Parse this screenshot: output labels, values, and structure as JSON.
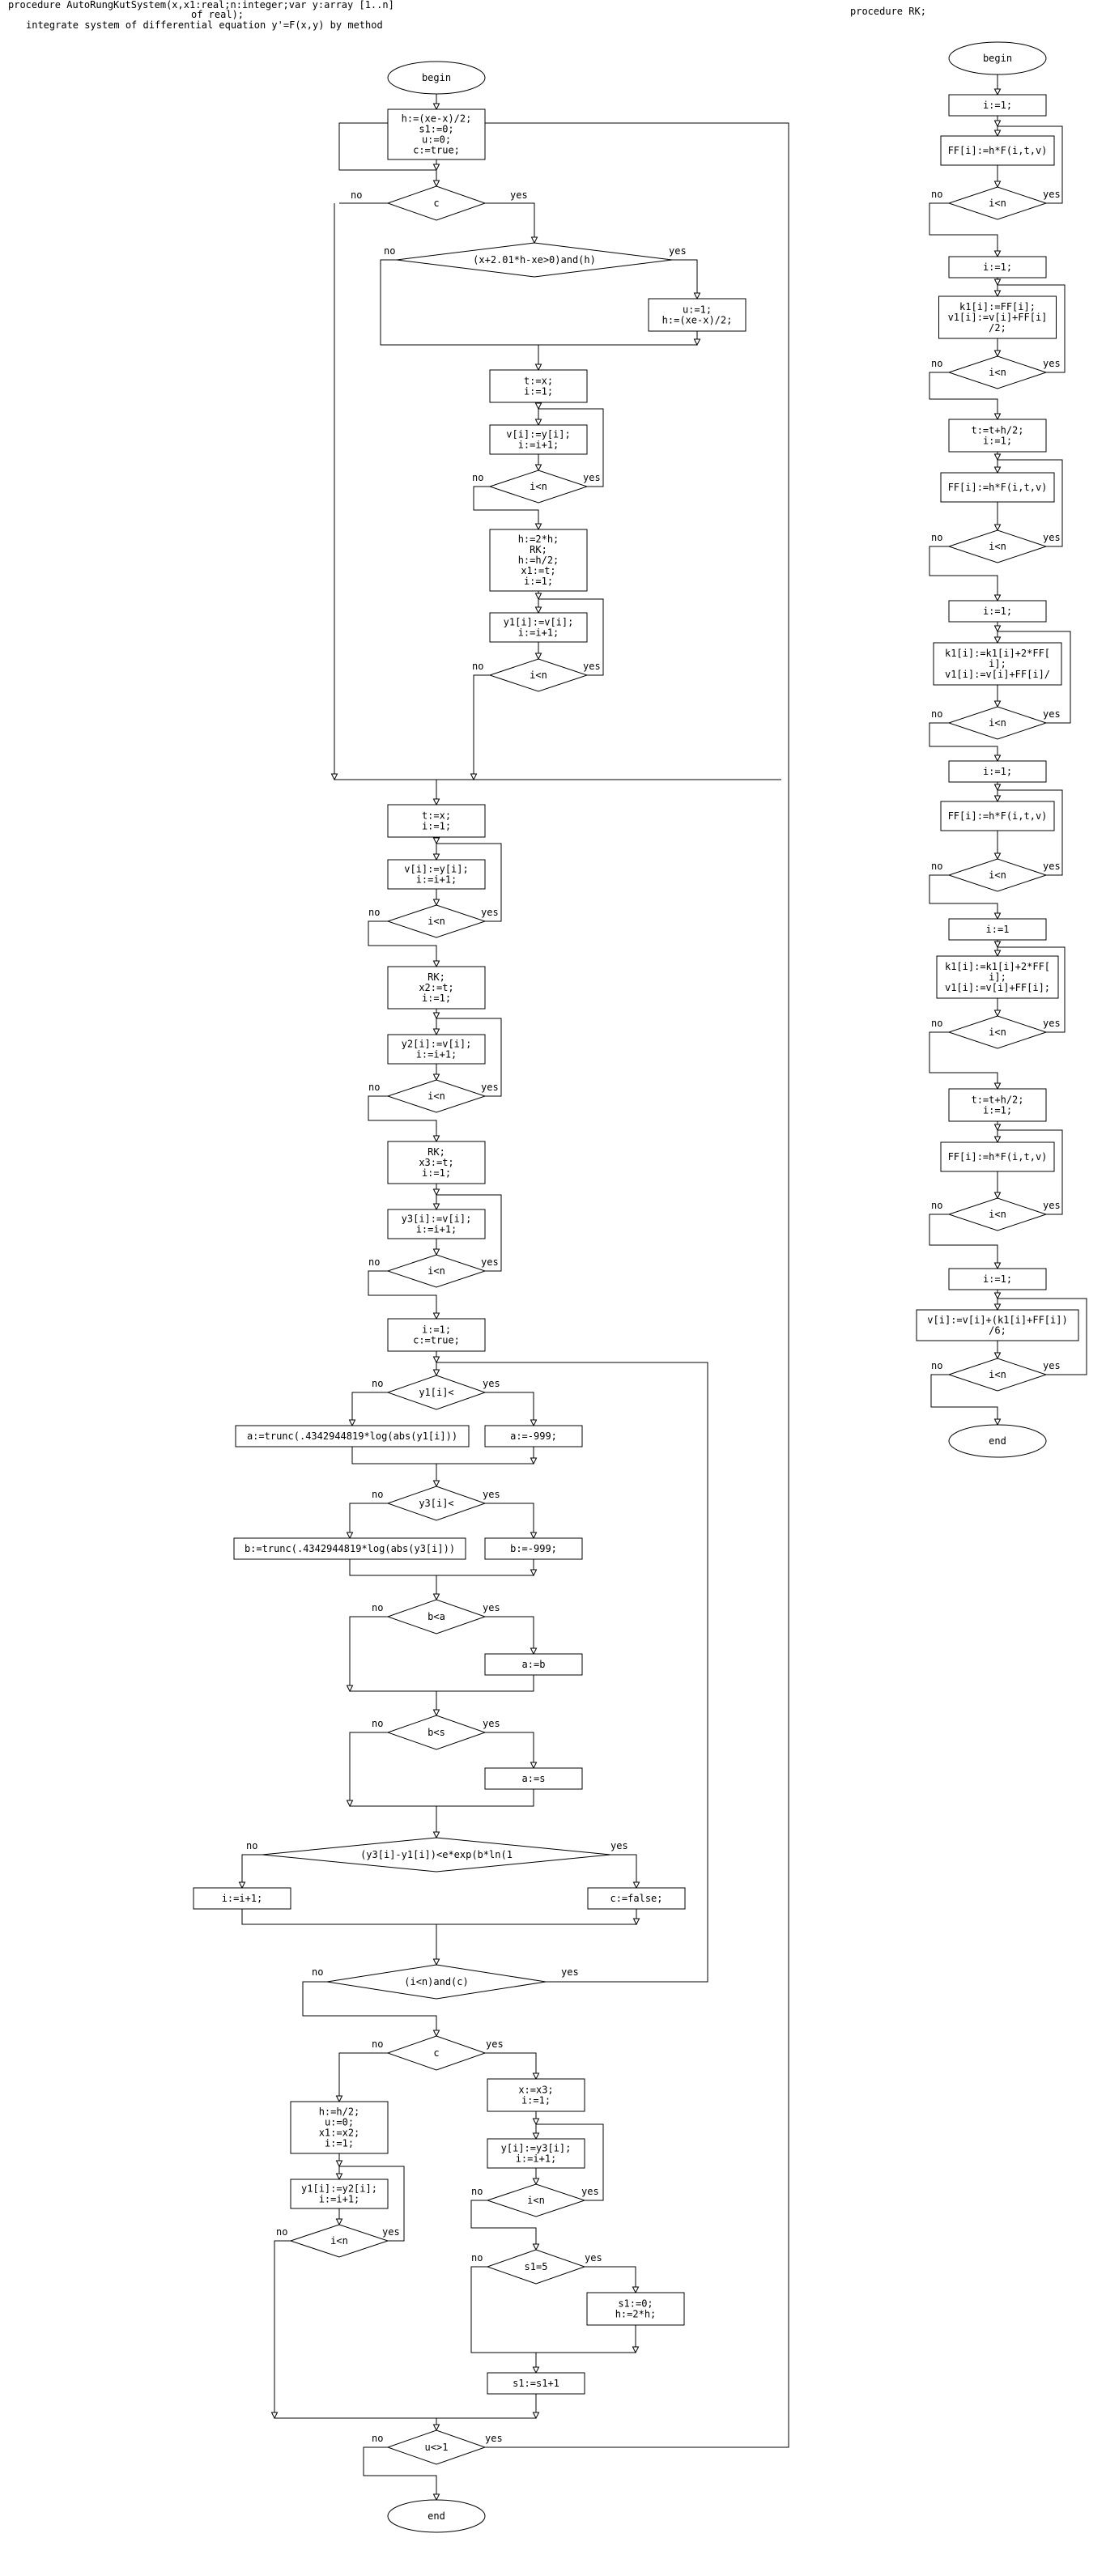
{
  "header": {
    "main_title_1": "procedure AutoRungKutSystem(x,x1:real;n:integer;var y:array [1..n]",
    "main_title_2": "of real);",
    "main_title_3": "integrate system of differential equation y'=F(x,y) by method",
    "rk_title": "procedure RK;"
  },
  "main_flow": {
    "begin": "begin",
    "init": [
      "h:=(xe-x)/2;",
      "s1:=0;",
      "u:=0;",
      "c:=true;"
    ],
    "c1": "c",
    "cond_xe": "(x+2.01*h-xe>0)and(h)",
    "set_h": [
      "u:=1;",
      "h:=(xe-x)/2;"
    ],
    "t_x": [
      "t:=x;",
      "i:=1;"
    ],
    "v_y": [
      "v[i]:=y[i];",
      "i:=i+1;"
    ],
    "i_lt_n": "i<n",
    "h2": [
      "h:=2*h;",
      "RK;",
      "h:=h/2;",
      "x1:=t;",
      "i:=1;"
    ],
    "y1_v": [
      "y1[i]:=v[i];",
      "i:=i+1;"
    ],
    "t_x2": [
      "t:=x;",
      "i:=1;"
    ],
    "v_y2": [
      "v[i]:=y[i];",
      "i:=i+1;"
    ],
    "rk_x2": [
      "RK;",
      "x2:=t;",
      "i:=1;"
    ],
    "y2_v": [
      "y2[i]:=v[i];",
      "i:=i+1;"
    ],
    "rk_x3": [
      "RK;",
      "x3:=t;",
      "i:=1;"
    ],
    "y3_v": [
      "y3[i]:=v[i];",
      "i:=i+1;"
    ],
    "i1_ctrue": [
      "i:=1;",
      "c:=true;"
    ],
    "y1_cond": "y1[i]<",
    "a_trunc": "a:=trunc(.4342944819*log(abs(y1[i]))",
    "a_999": "a:=-999;",
    "y3_cond": "y3[i]<",
    "b_trunc": "b:=trunc(.4342944819*log(abs(y3[i]))",
    "b_999": "b:=-999;",
    "b_lt_a": "b<a",
    "a_b": "a:=b",
    "b_lt_s": "b<s",
    "a_s": "a:=s",
    "big_cond": "(y3[i]-y1[i])<e*exp(b*ln(1",
    "i_inc": "i:=i+1;",
    "c_false": "c:=false;",
    "loop_cond": "(i<n)and(c)",
    "c2": "c",
    "halve": [
      "h:=h/2;",
      "u:=0;",
      "x1:=x2;",
      "i:=1;"
    ],
    "y1_y2": [
      "y1[i]:=y2[i];",
      "i:=i+1;"
    ],
    "x_x3": [
      "x:=x3;",
      "i:=1;"
    ],
    "y_y3": [
      "y[i]:=y3[i];",
      "i:=i+1;"
    ],
    "s1_5": "s1=5",
    "s1_reset": [
      "s1:=0;",
      "h:=2*h;"
    ],
    "s1_inc": "s1:=s1+1",
    "u_ne_1": "u<>1",
    "end": "end"
  },
  "rk_flow": {
    "begin": "begin",
    "i1": "i:=1;",
    "ff": "FF[i]:=h*F(i,t,v)",
    "i_lt_n": "i<n",
    "k1_v_1": [
      "k1[i]:=FF[i];",
      "v1[i]:=v[i]+FF[i]",
      "/2;"
    ],
    "t_half": [
      "t:=t+h/2;",
      "i:=1;"
    ],
    "k1_v_2": [
      "k1[i]:=k1[i]+2*FF[",
      "i];",
      "v1[i]:=v[i]+FF[i]/"
    ],
    "i1_b": "i:=1",
    "k1_v_3": [
      "k1[i]:=k1[i]+2*FF[",
      "i];",
      "v1[i]:=v[i]+FF[i];"
    ],
    "v_final": [
      "v[i]:=v[i]+(k1[i]+FF[i])",
      "/6;"
    ],
    "end": "end"
  },
  "labels": {
    "yes": "yes",
    "no": "no"
  }
}
